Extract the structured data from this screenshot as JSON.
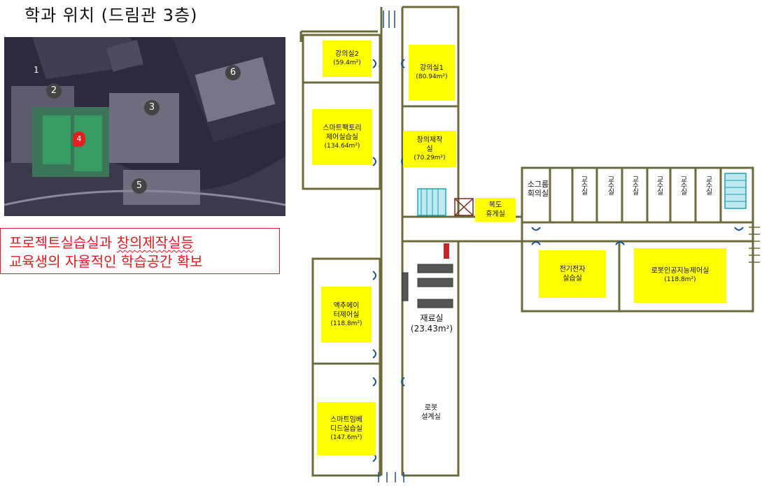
{
  "title": "학과 위치 (드림관 3층)",
  "callout": {
    "line1_a": "프로젝트실습실과 ",
    "line1_b": "창의제작실등",
    "line2": "교육생의 자율적인 학습공간 확보"
  },
  "map_markers": [
    "1",
    "2",
    "3",
    "4",
    "5",
    "6"
  ],
  "rooms": {
    "r1": {
      "name": "강의실2",
      "area": "(59.4m²)"
    },
    "r2": {
      "name": "강의실1",
      "area": "(80.94m²)"
    },
    "r3": {
      "name": "스마트팩토리\n제어실습실",
      "area": "(134.64m²)"
    },
    "r4": {
      "name": "창의제작\n실",
      "area": "(70.29m²)"
    },
    "r5": {
      "name": "액추에이\n터제어실",
      "area": "(118.8m²)"
    },
    "r6": {
      "name": "스마트임베\n디드실습실",
      "area": "(147.6m²)"
    },
    "r7": {
      "name": "복도\n휴게실",
      "area": ""
    },
    "r8": {
      "name": "전기전자\n실습실",
      "area": ""
    },
    "r9": {
      "name": "로봇인공지능제어실",
      "area": "(118.8m²)"
    }
  },
  "labels": {
    "material": {
      "name": "재료실",
      "area": "(23.43m²)"
    },
    "robot_design": "로봇\n설계실",
    "small_meeting": "소그룹\n회의실",
    "professor": "교수실"
  },
  "colors": {
    "highlight": "#ffff00",
    "wall": "#6b6a3c",
    "stair": "#1aa3b3",
    "callout": "#e0191f"
  }
}
